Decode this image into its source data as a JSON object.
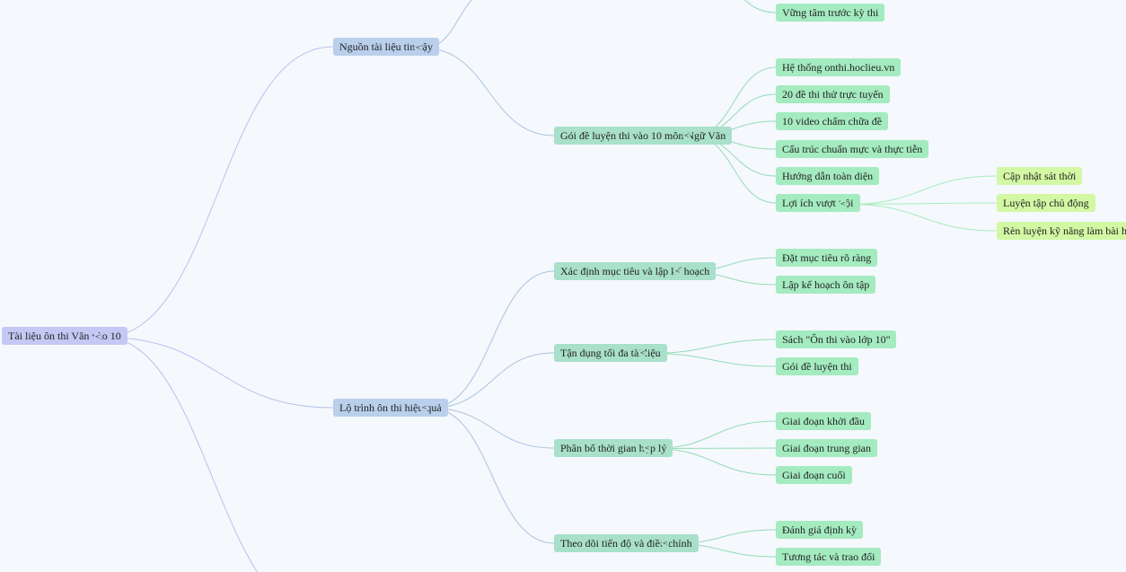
{
  "colors": {
    "background": "#f5f8fd",
    "level0": "#c3c9f4",
    "level1": "#b9cfeb",
    "level2": "#a8e0ca",
    "level3": "#a4ebc0",
    "level4": "#d3f8a4",
    "edge_level0": "#b9c2ec",
    "edge_level1": "#a9c4e0",
    "edge_level2": "#94dcb6",
    "edge_level3": "#a8ecbd"
  },
  "toggle_icon": "collapse-icon",
  "toggle_glyph": "<",
  "root": {
    "label": "Tài liệu ôn thi Văn vào 10"
  },
  "branches": {
    "nguon": {
      "label": "Nguồn tài liệu tin cậy"
    },
    "lotrinh": {
      "label": "Lộ trình ôn thi hiệu quả"
    }
  },
  "topics": {
    "vung_tam": {
      "label": "Vững tâm trước kỳ thi"
    },
    "goi_de": {
      "label": "Gói đề luyện thi vào 10 môn Ngữ Văn"
    },
    "xac_dinh": {
      "label": "Xác định mục tiêu và lập kế hoạch"
    },
    "tan_dung": {
      "label": "Tận dụng tối đa tài liệu"
    },
    "phan_bo": {
      "label": "Phân bổ thời gian hợp lý"
    },
    "theo_doi": {
      "label": "Theo dõi tiến độ và điều chỉnh"
    }
  },
  "items": {
    "he_thong": {
      "label": "Hệ thống onthi.hoclieu.vn"
    },
    "de_thi_thu": {
      "label": "20 đề thi thử trực tuyến"
    },
    "video": {
      "label": "10 video chấm chữa đề"
    },
    "cau_truc": {
      "label": "Cấu trúc chuẩn mực và thực tiễn"
    },
    "huong_dan": {
      "label": "Hướng dẫn toàn diện"
    },
    "loi_ich": {
      "label": "Lợi ích vượt trội"
    },
    "dat_muc_tieu": {
      "label": "Đặt mục tiêu rõ ràng"
    },
    "lap_ke_hoach": {
      "label": "Lập kế hoạch ôn tập"
    },
    "sach": {
      "label": "Sách \"Ôn thi vào lớp 10\""
    },
    "goi_de_luyen": {
      "label": "Gói đề luyện thi"
    },
    "khoi_dau": {
      "label": "Giai đoạn khởi đầu"
    },
    "trung_gian": {
      "label": "Giai đoạn trung gian"
    },
    "cuoi": {
      "label": "Giai đoạn cuối"
    },
    "danh_gia": {
      "label": "Đánh giá định kỳ"
    },
    "tuong_tac": {
      "label": "Tương tác và trao đổi"
    }
  },
  "subitems": {
    "cap_nhat": {
      "label": "Cập nhật sát thời"
    },
    "luyen_tap": {
      "label": "Luyện tập chủ động"
    },
    "ren_luyen": {
      "label": "Rèn luyện kỹ năng làm bài hiệu quả"
    }
  }
}
